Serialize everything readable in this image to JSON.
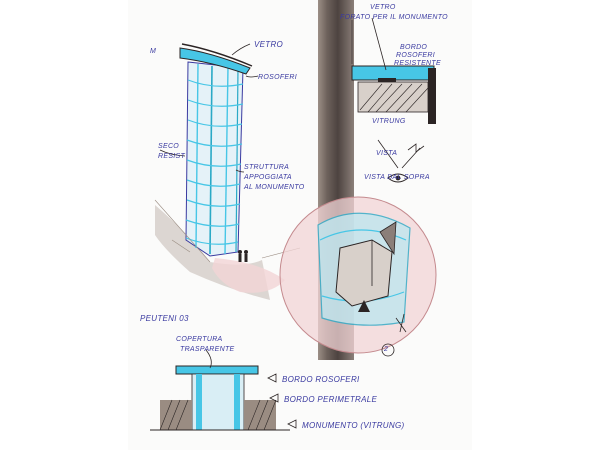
{
  "labels": {
    "vetro_top": "VETRO",
    "rosoferi": "ROSOFERI",
    "struttura_1": "STRUTTURA",
    "struttura_2": "APPOGGIATA",
    "struttura_3": "AL MONUMENTO",
    "vetro_right_1": "VETRO",
    "vetro_right_2": "FORATO PER IL MONUMENTO",
    "bordo_1": "BORDO",
    "bordo_2": "ROSOFERI",
    "bordo_3": "RESISTENTE",
    "vitrung": "VITRUNG",
    "vista_dall": "VISTA",
    "vista_sopra": "VISTA DAL SOPRA",
    "left_note_1": "SECO",
    "left_note_2": "RESIST",
    "signature": "PEUTENI 03",
    "copertura_1": "COPERTURA",
    "copertura_2": "TRASPARENTE",
    "bordo_rosoferi": "BORDO ROSOFERI",
    "bordo_perimetrale": "BORDO PERIMETRALE",
    "monumento": "MONUMENTO (VITRUNG)",
    "left_mark": "M",
    "circle_mark": "2"
  },
  "colors": {
    "ink_blue": "#3a3aa0",
    "glass_cyan": "#47c6e6",
    "glass_teal": "#2aa9c6",
    "pink_wash": "#f2d4d6",
    "grey_shade": "#9a8c82",
    "marker_black": "#2b2424"
  }
}
